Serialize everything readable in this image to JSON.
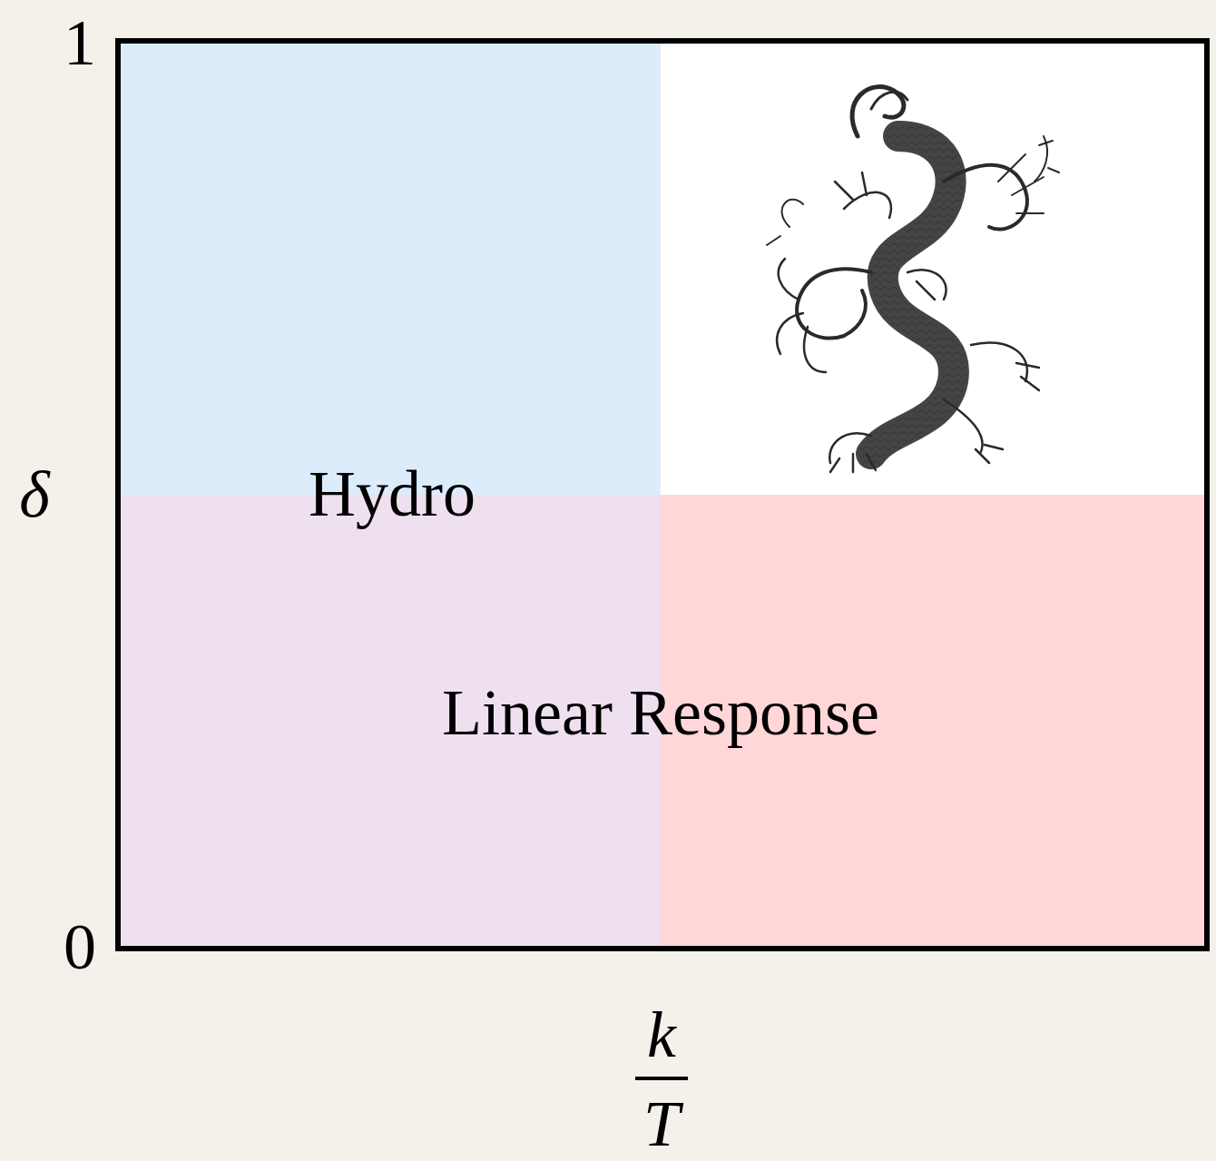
{
  "diagram": {
    "labels": [
      "1",
      "δ",
      "0",
      "Hydro",
      "Linear Response",
      "k",
      "T"
    ]
  }
}
